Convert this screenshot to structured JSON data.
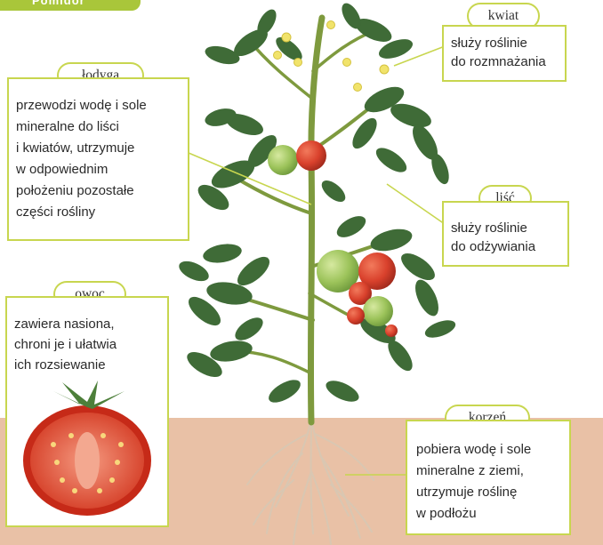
{
  "header": {
    "tab_text": "Pomidor"
  },
  "labels": {
    "kwiat": {
      "title": "kwiat",
      "lines": [
        "służy roślinie",
        "do rozmnażania"
      ]
    },
    "lodyga": {
      "title": "łodyga",
      "lines": [
        "przewodzi wodę i sole",
        "mineralne do liści",
        "i kwiatów, utrzymuje",
        "w odpowiednim",
        "położeniu pozostałe",
        "części rośliny"
      ]
    },
    "lisc": {
      "title": "liść",
      "lines": [
        "służy roślinie",
        "do odżywiania"
      ]
    },
    "owoc": {
      "title": "owoc",
      "lines": [
        "zawiera nasiona,",
        "chroni je i ułatwia",
        "ich rozsiewanie"
      ]
    },
    "korzen": {
      "title": "korzeń",
      "lines": [
        "pobiera wodę i sole",
        "mineralne z ziemi,",
        "utrzymuje roślinę",
        "w podłożu"
      ]
    }
  },
  "colors": {
    "accent_green": "#c8d64f",
    "soil": "#e9c1a6",
    "leaf": "#3f6b37",
    "tomato_red": "#d9412c",
    "tomato_green": "#9cc35a"
  }
}
